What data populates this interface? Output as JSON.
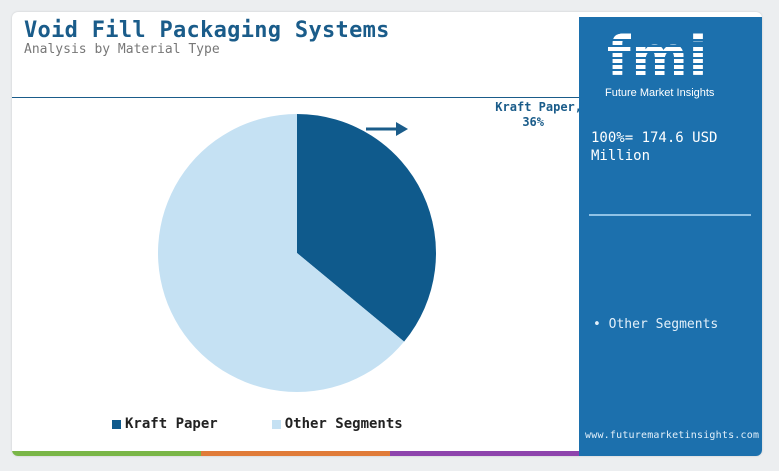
{
  "header": {
    "title": "Void Fill Packaging Systems",
    "subtitle": "Analysis by Material Type"
  },
  "callout": {
    "line1": "Kraft Paper,",
    "line2": "36%"
  },
  "chart_data": {
    "type": "pie",
    "title": "Void Fill Packaging Systems",
    "subtitle": "Analysis by Material Type",
    "categories": [
      "Kraft Paper",
      "Other Segments"
    ],
    "values": [
      36,
      64
    ],
    "unit": "%",
    "colors": [
      "#0f5a8c",
      "#c5e1f3"
    ],
    "legend_position": "bottom"
  },
  "legend": [
    {
      "label": "Kraft Paper",
      "color": "#0f5a8c"
    },
    {
      "label": "Other Segments",
      "color": "#c5e1f3"
    }
  ],
  "sidebar": {
    "logo_text": "fmi",
    "logo_subtext": "Future Market Insights",
    "total": "100%= 174.6 USD Million",
    "bullet": "• Other Segments",
    "website": "www.futuremarketinsights.com"
  },
  "bottom_bar_colors": [
    "#7ab648",
    "#e07b39",
    "#8e44ad"
  ]
}
